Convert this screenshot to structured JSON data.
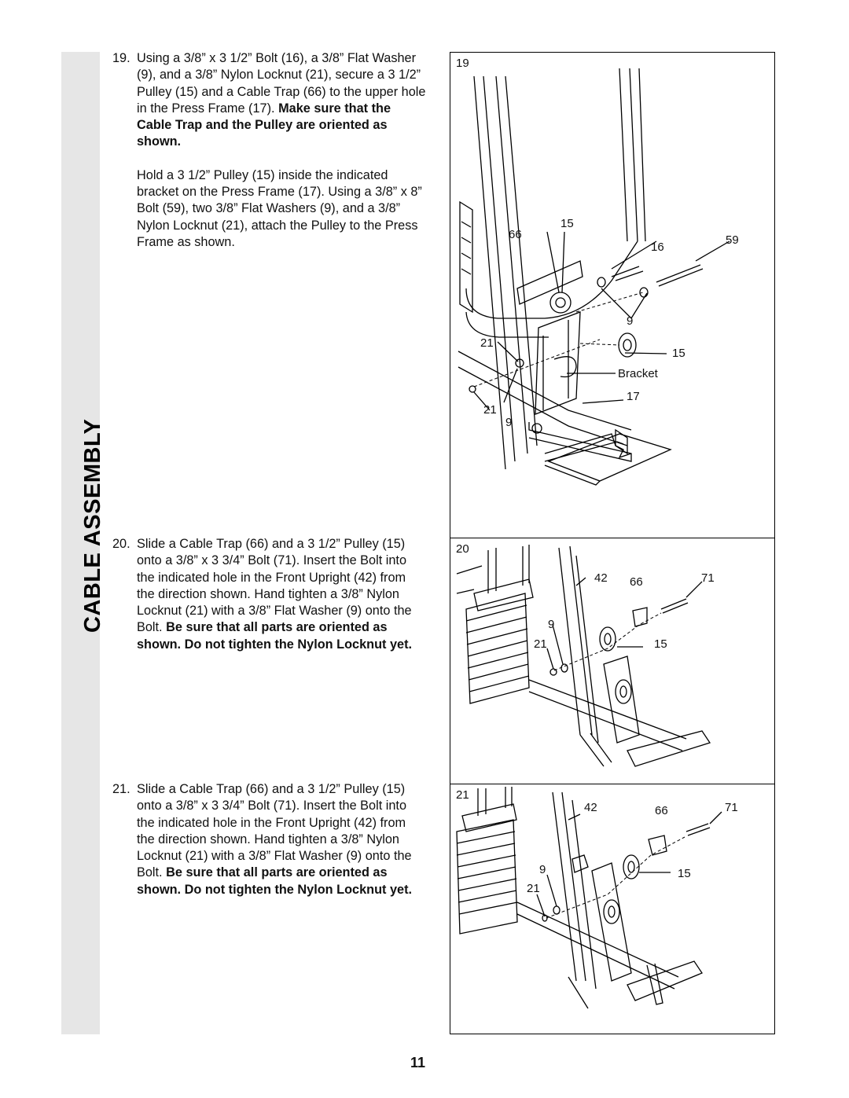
{
  "sidebar": {
    "title": "CABLE ASSEMBLY"
  },
  "steps": [
    {
      "number": "19.",
      "text1": "Using a 3/8” x 3 1/2” Bolt (16), a 3/8” Flat Washer (9), and a 3/8” Nylon Locknut (21), secure a 3 1/2” Pulley (15) and a Cable Trap (66) to the upper hole in the Press Frame (17).",
      "bold1": "Make sure that the Cable Trap and the Pulley are oriented as shown.",
      "text2": "Hold a 3 1/2” Pulley (15) inside the indicated bracket on the Press Frame (17). Using a 3/8” x 8” Bolt (59), two 3/8” Flat Washers (9), and a 3/8” Nylon Locknut (21), attach the Pulley to the Press Frame as shown."
    },
    {
      "number": "20.",
      "text": "Slide a Cable Trap (66) and a 3 1/2” Pulley (15) onto a 3/8” x 3 3/4” Bolt (71). Insert the Bolt into the indicated hole in the Front Upright (42) from the direction shown. Hand tighten a 3/8” Nylon Locknut (21) with a 3/8” Flat Washer (9) onto the Bolt.",
      "bold": "Be sure that all parts are oriented as shown. Do not tighten the Nylon Locknut yet."
    },
    {
      "number": "21.",
      "text": "Slide a Cable Trap (66) and a 3 1/2” Pulley (15) onto a 3/8” x 3 3/4” Bolt (71). Insert the Bolt into the indicated hole in the Front Upright (42) from the direction shown. Hand tighten a 3/8” Nylon Locknut (21) with a 3/8” Flat Washer (9) onto the Bolt.",
      "bold": "Be sure that all parts are oriented as shown. Do not tighten the Nylon Locknut yet."
    }
  ],
  "figures": [
    {
      "number": "19",
      "labels": {
        "l66": "66",
        "l15a": "15",
        "l16": "16",
        "l59": "59",
        "l9a": "9",
        "l21a": "21",
        "l15b": "15",
        "bracket": "Bracket",
        "l17": "17",
        "l21b": "21",
        "l9b": "9"
      }
    },
    {
      "number": "20",
      "labels": {
        "l42": "42",
        "l66": "66",
        "l71": "71",
        "l9": "9",
        "l21": "21",
        "l15": "15"
      }
    },
    {
      "number": "21",
      "labels": {
        "l42": "42",
        "l66": "66",
        "l71": "71",
        "l9": "9",
        "l21": "21",
        "l15": "15"
      }
    }
  ],
  "page_number": "11"
}
